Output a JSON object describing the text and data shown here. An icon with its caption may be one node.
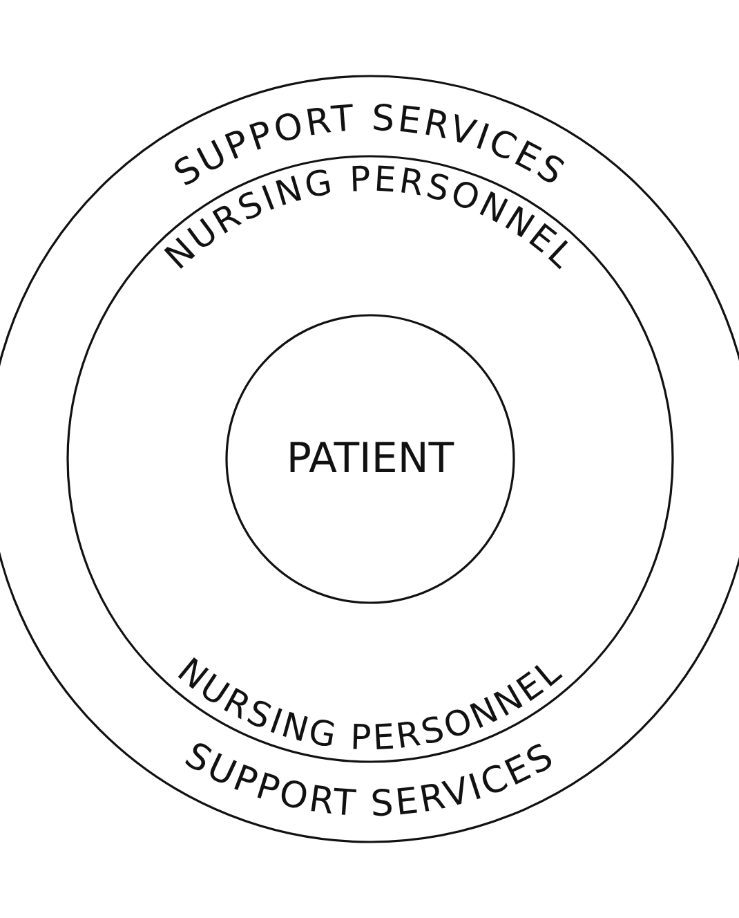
{
  "diagram": {
    "nodes": [
      {
        "text": [
          "SUPPORT SERVICES",
          "SUPPORT SERVICES"
        ]
      },
      {
        "text": [
          "NURSING PERSONNEL",
          "NURSING PERSONNEL"
        ],
        "in": 0
      },
      {
        "text": [
          "PATIENT"
        ],
        "in": 1
      }
    ]
  }
}
